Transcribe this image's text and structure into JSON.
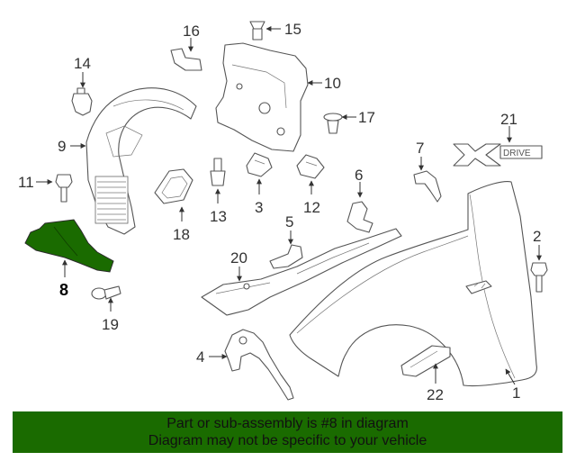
{
  "callouts": [
    "1",
    "2",
    "3",
    "4",
    "5",
    "6",
    "7",
    "8",
    "9",
    "10",
    "11",
    "12",
    "13",
    "14",
    "15",
    "16",
    "17",
    "18",
    "19",
    "20",
    "21",
    "22"
  ],
  "badge_text": "DRIVE",
  "highlight_color": "#1a6b00",
  "banner": {
    "line1": "Part or sub-assembly is #8 in diagram",
    "line2": "Diagram may not be specific to your vehicle"
  }
}
